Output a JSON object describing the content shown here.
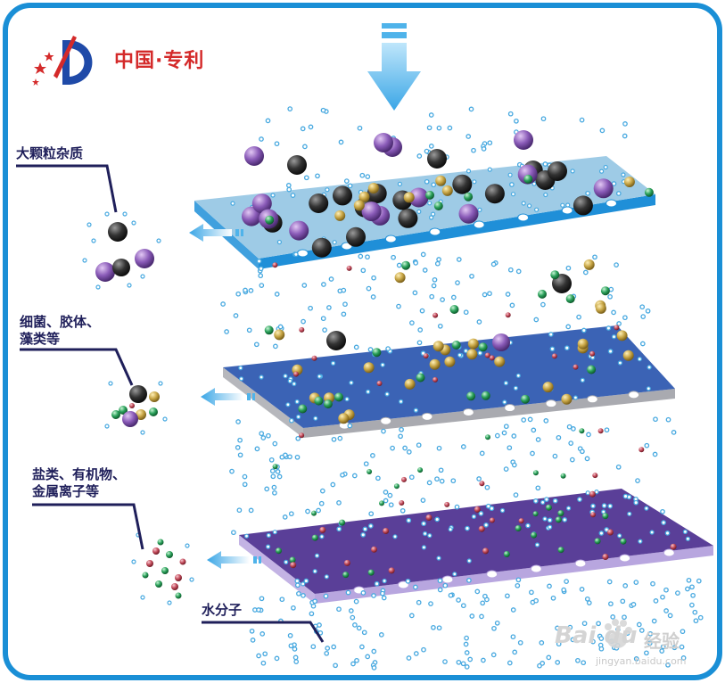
{
  "brand": {
    "name": "中国·专利"
  },
  "stages": [
    {
      "label_lines": [
        "大颗粒杂质"
      ]
    },
    {
      "label_lines": [
        "细菌、胶体、",
        "藻类等"
      ]
    },
    {
      "label_lines": [
        "盐类、有机物、",
        "金属离子等"
      ]
    }
  ],
  "water_label": "水分子",
  "watermark": {
    "logo": "Bai du",
    "text": "经验",
    "url": "jingyan.baidu.com"
  },
  "colors": {
    "frame": "#1a8fd6",
    "layer1_top": "#9ecbe6",
    "layer1_side": "#1f8fd8",
    "layer2_top": "#3b63b5",
    "layer2_side": "#a9aab0",
    "layer3_top": "#5a3f98",
    "layer3_side": "#b8a6df",
    "water": "#48a9e0",
    "arrow": "#4fb3ea",
    "black": "#2a2a2a",
    "purple": "#8a5bb8",
    "gold": "#c7a545",
    "green": "#2aa05a",
    "red": "#c24a5a",
    "label": "#1f1f5a",
    "brand": "#d42a2a"
  }
}
